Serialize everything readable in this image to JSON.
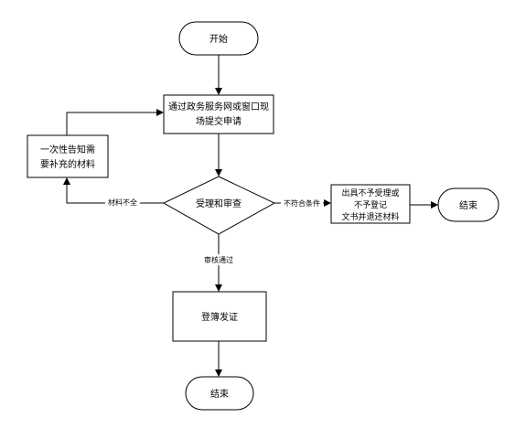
{
  "nodes": {
    "start": "开始",
    "submit": {
      "line1": "通过政务服务网或窗口现",
      "line2": "场提交申请"
    },
    "review": "受理和审查",
    "notify": {
      "line1": "一次性告知需",
      "line2": "要补充的材料"
    },
    "reject": {
      "line1": "出具不予受理或",
      "line2": "不予登记",
      "line3": "文书并退还材料"
    },
    "end_right": "结束",
    "register": "登簿发证",
    "end_bottom": "结束"
  },
  "edges": {
    "incomplete": "材料不全",
    "not_compliant": "不符合条件",
    "approved": "审核通过"
  }
}
